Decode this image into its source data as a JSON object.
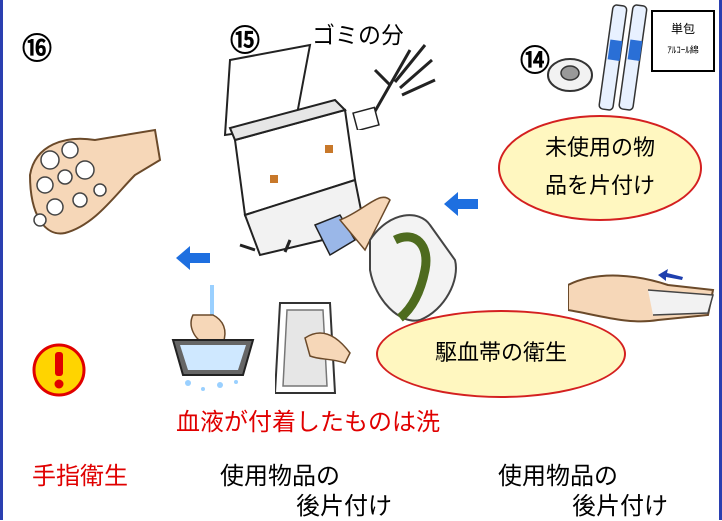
{
  "steps": {
    "step16": "⑯",
    "step15": "⑮",
    "step14": "⑭"
  },
  "sort_label": "ゴミの分",
  "package_label": {
    "line1": "単包",
    "line2": "ｱﾙｺｰﾙ綿"
  },
  "bubbles": {
    "unused": "未使用の物\n品を片付け",
    "tourniquet": "駆血帯の衛生"
  },
  "warning_text": "血液が付着したものは洗",
  "bottom": {
    "hand_hygiene": "手指衛生",
    "cleanup1_line1": "使用物品の",
    "cleanup1_line2": "後片付け",
    "cleanup2_line1": "使用物品の",
    "cleanup2_line2": "後片付け"
  },
  "colors": {
    "accent_red": "#e00000",
    "arrow_blue": "#1e6fe0",
    "bubble_fill": "#fff7c0",
    "warning_yellow": "#ffd400"
  },
  "icons": [
    "hand-washing-icon",
    "trash-bin-icon",
    "glove-hand-icon",
    "tape-roll-icon",
    "syringe-icon",
    "alcohol-swab-package-icon",
    "tourniquet-icon",
    "glove-removal-icon",
    "washing-tray-icon",
    "empty-tray-icon",
    "warning-icon",
    "left-arrow-icon"
  ]
}
